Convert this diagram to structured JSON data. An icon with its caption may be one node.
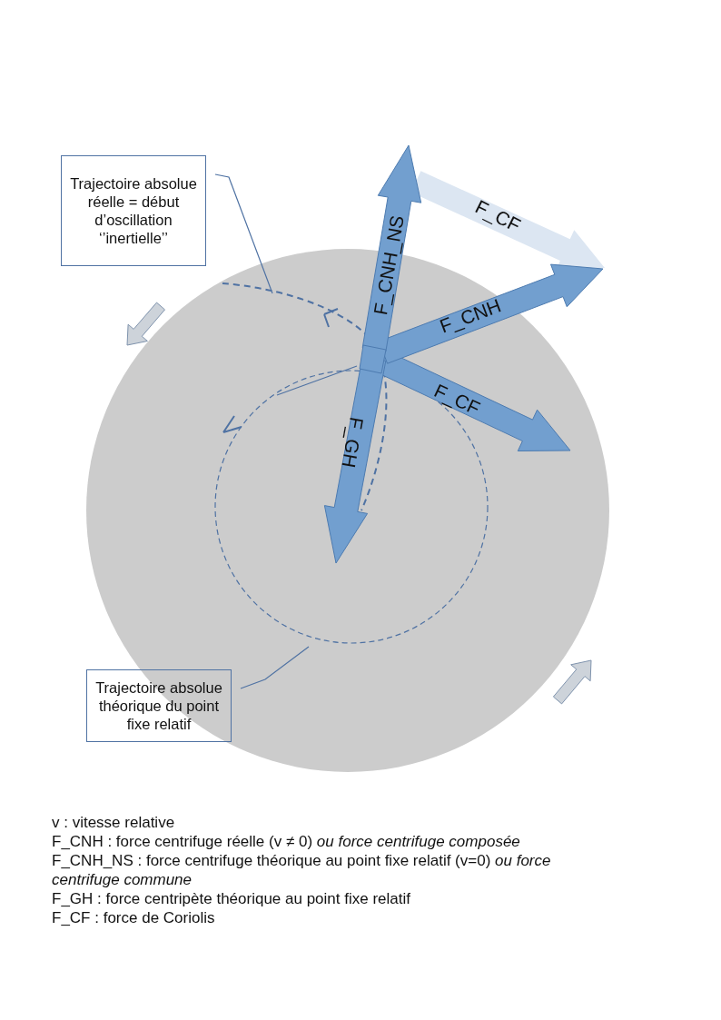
{
  "diagram": {
    "nodes": [
      {
        "text": [
          "Trajectoire absolue réelle = début d’oscillation ‘’inertielle’’"
        ]
      },
      {
        "text": [
          "Trajectoire absolue théorique du point fixe relatif"
        ]
      }
    ],
    "edges": [
      {
        "from": 0,
        "to": null,
        "arrow": "none"
      },
      {
        "from": 1,
        "to": null,
        "arrow": "none"
      }
    ],
    "labels": [
      "F_CNH_NS",
      "F_CF",
      "F_CNH",
      "F_CF",
      "F_GH",
      "v : vitesse relative",
      "F_CNH : force centrifuge réelle (v ≠ 0) *ou force centrifuge composée*",
      "F_CNH_NS : force centrifuge théorique au point fixe relatif (v=0) *ou force centrifuge commune*",
      "F_GH : force centripète théorique au point fixe relatif",
      "F_CF : force de Coriolis"
    ]
  }
}
